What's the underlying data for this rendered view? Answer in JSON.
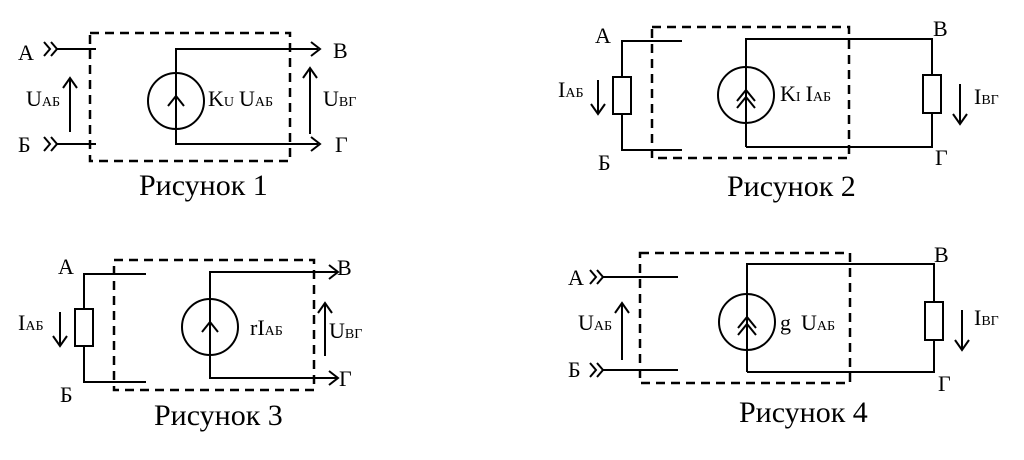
{
  "figures": [
    {
      "caption": "Рисунок 1",
      "terminals": {
        "a": "А",
        "b": "Б",
        "v": "В",
        "g": "Г"
      },
      "input": {
        "main": "U",
        "sub": "АБ"
      },
      "source": {
        "coef": "K",
        "coef_sub": "U",
        "var": "U",
        "var_sub": "АБ"
      },
      "output": {
        "main": "U",
        "sub": "ВГ"
      }
    },
    {
      "caption": "Рисунок 2",
      "terminals": {
        "a": "А",
        "b": "Б",
        "v": "В",
        "g": "Г"
      },
      "input": {
        "main": "I",
        "sub": "АБ"
      },
      "source": {
        "coef": "K",
        "coef_sub": "I",
        "var": "I",
        "var_sub": "АБ"
      },
      "output": {
        "main": "I",
        "sub": "ВГ"
      }
    },
    {
      "caption": "Рисунок 3",
      "terminals": {
        "a": "А",
        "b": "Б",
        "v": "В",
        "g": "Г"
      },
      "input": {
        "main": "I",
        "sub": "АБ"
      },
      "source": {
        "coef": "rI",
        "var_sub": "АБ"
      },
      "output": {
        "main": "U",
        "sub": "ВГ"
      }
    },
    {
      "caption": "Рисунок 4",
      "terminals": {
        "a": "А",
        "b": "Б",
        "v": "В",
        "g": "Г"
      },
      "input": {
        "main": "U",
        "sub": "АБ"
      },
      "source": {
        "coef": "g",
        "var": "U",
        "var_sub": "АБ"
      },
      "output": {
        "main": "I",
        "sub": "ВГ"
      }
    }
  ]
}
